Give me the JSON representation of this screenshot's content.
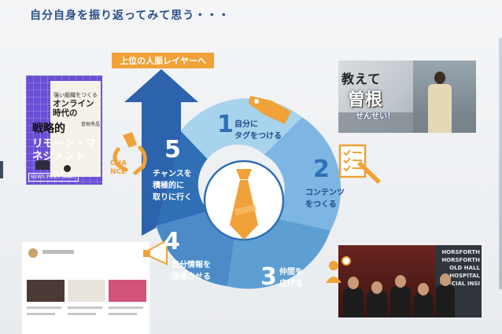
{
  "title": "自分自身を振り返ってみて思う・・・",
  "banner": "上位の人脈レイヤーへ",
  "chance_text": "CHA NCE",
  "steps": [
    {
      "num": "1",
      "label_line1": "自分に",
      "label_line2": "タグをつける"
    },
    {
      "num": "2",
      "label_line1": "コンテンツ",
      "label_line2": "をつくる"
    },
    {
      "num": "3",
      "label_line1": "仲間を",
      "label_line2": "広げる"
    },
    {
      "num": "4",
      "label_line1": "自分情報を",
      "label_line2": "流通させる"
    },
    {
      "num": "5",
      "label_line1": "チャンスを",
      "label_line2": "積極的に",
      "label_line3": "取りに行く"
    }
  ],
  "book": {
    "tagline": "強い組織をつくる",
    "subtitle": "オンライン時代の",
    "author": "曽根秀晶",
    "main1": "戦略的",
    "main2": "リモート・マネジメント",
    "label": "NEWS PICKS Select"
  },
  "photo_top_right": {
    "line1": "教えて",
    "line2": "曽根",
    "line3": "せんせい！"
  },
  "photo_bottom_right": {
    "sign": "HORSFORTH HORSFORTH OLD HALL HOSPITAL SPECIAL INSI"
  },
  "colors": {
    "title": "#2b4f86",
    "banner": "#f0a137",
    "ring_light": "#a8d3ec",
    "ring_mid": "#6aaad8",
    "ring_dark": "#2f6fb6",
    "arrow": "#2d62ad",
    "tie": "#f0a137"
  },
  "icons": [
    "tag-icon",
    "checklist-icon",
    "tie-icon",
    "hand-grab-icon",
    "megaphone-icon",
    "people-icon"
  ]
}
